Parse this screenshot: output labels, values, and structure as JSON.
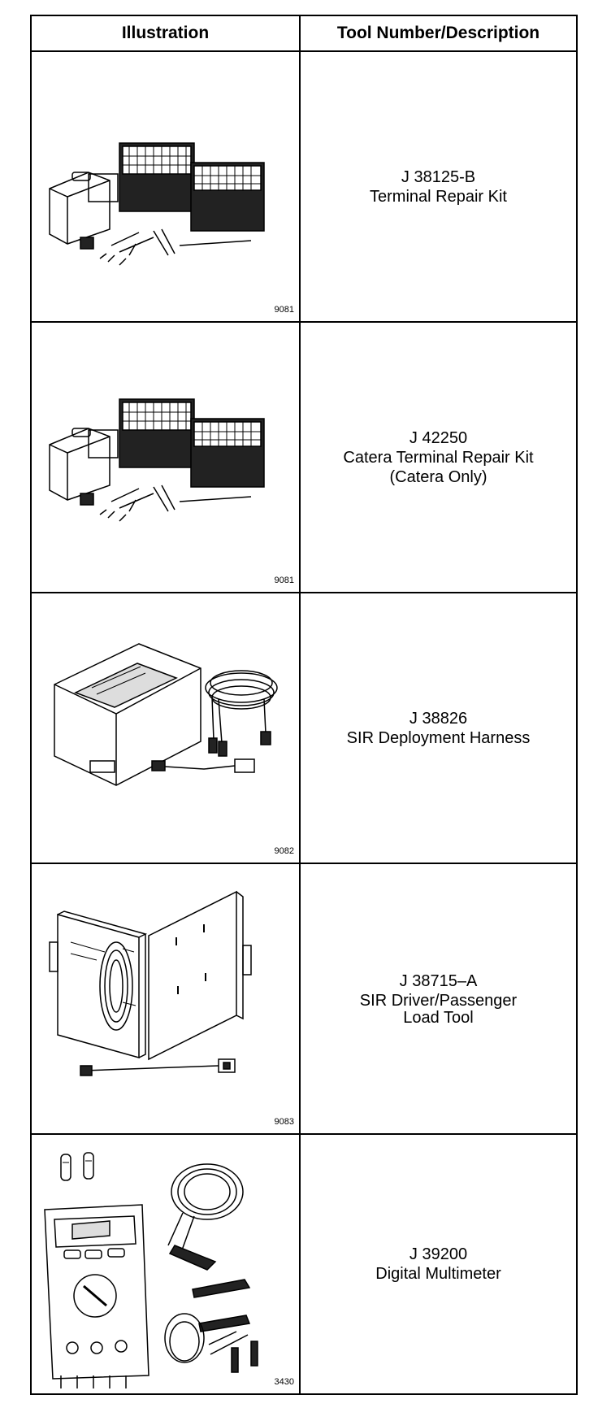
{
  "header": {
    "col1": "Illustration",
    "col2": "Tool Number/Description"
  },
  "rows": [
    {
      "figure": "9081",
      "number": "J 38125-B",
      "line1": "Terminal Repair Kit",
      "line2": ""
    },
    {
      "figure": "9081",
      "number": "J 42250",
      "line1": "Catera Terminal Repair Kit",
      "line2": "(Catera Only)"
    },
    {
      "figure": "9082",
      "number": "J 38826",
      "line1": "SIR Deployment Harness",
      "line2": ""
    },
    {
      "figure": "9083",
      "number": "J 38715–A",
      "line1": "SIR Driver/Passenger",
      "line2": "Load Tool"
    },
    {
      "figure": "3430",
      "number": "J 39200",
      "line1": "Digital Multimeter",
      "line2": ""
    }
  ]
}
